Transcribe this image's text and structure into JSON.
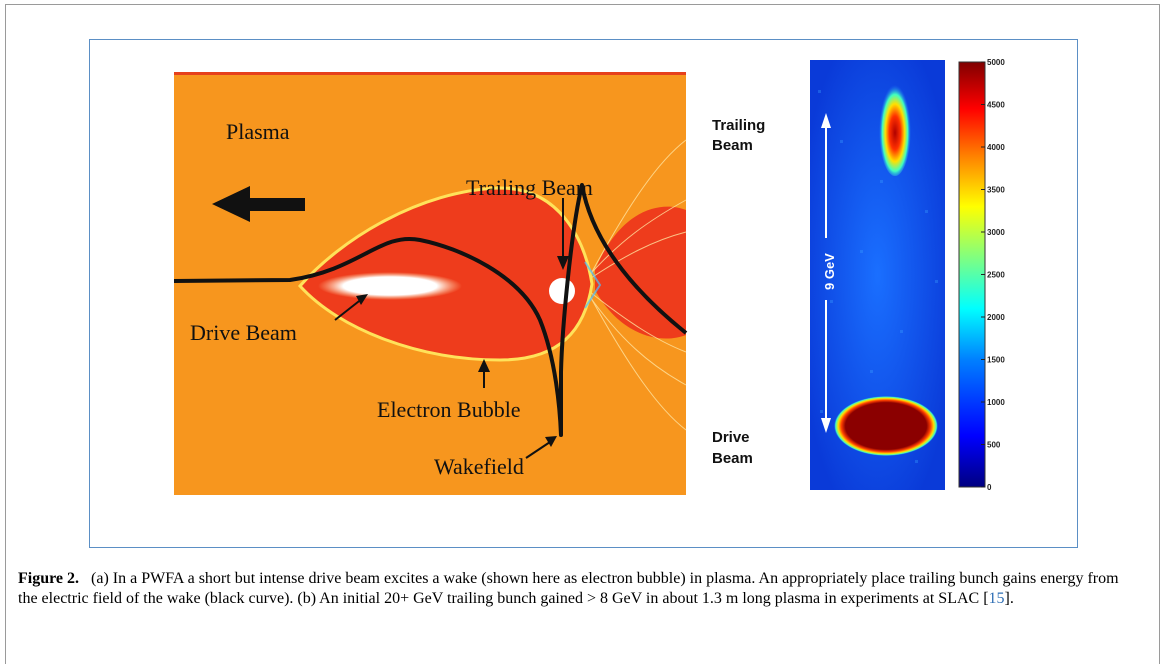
{
  "panel_a": {
    "labels": {
      "plasma": "Plasma",
      "trailing_beam": "Trailing Beam",
      "drive_beam": "Drive Beam",
      "electron_bubble": "Electron Bubble",
      "wakefield": "Wakefield"
    },
    "colors": {
      "plasma": "#f7961e",
      "bubble": "#ee3c1c",
      "beam": "#ffffff",
      "curve": "#111111"
    }
  },
  "panel_b": {
    "labels": {
      "trailing_beam_line1": "Trailing",
      "trailing_beam_line2": "Beam",
      "drive_beam_line1": "Drive",
      "drive_beam_line2": "Beam",
      "energy": "9 GeV"
    },
    "colorbar_ticks": [
      "5000",
      "4500",
      "4000",
      "3500",
      "3000",
      "2500",
      "2000",
      "1500",
      "1000",
      "500",
      "0"
    ],
    "colorbar_colors": [
      "#800000",
      "#ff0000",
      "#ff8000",
      "#ffff00",
      "#80ff80",
      "#00ffff",
      "#0080ff",
      "#0000ff",
      "#000080"
    ]
  },
  "caption": {
    "label": "Figure 2.",
    "text_1": "(a) In a PWFA a short but intense drive beam excites a wake (shown here as electron bubble) in plasma. An appropriately place trailing bunch gains energy from the electric field of the wake (black curve). (b) An initial 20+ GeV trailing bunch gained > 8 GeV in about 1.3 m long plasma in experiments at SLAC [",
    "ref": "15",
    "text_2": "]."
  }
}
